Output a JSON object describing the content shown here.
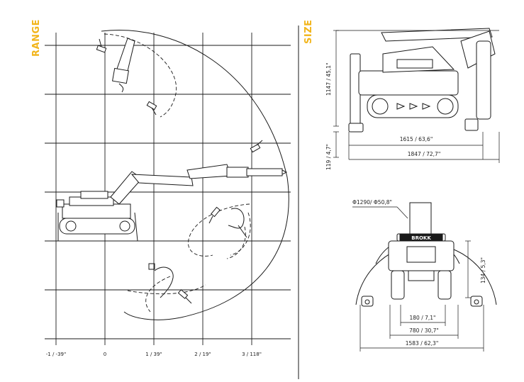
{
  "colors": {
    "accent": "#f2b51c",
    "line": "#1a1a1a",
    "grid": "#1a1a1a",
    "fill": "#ffffff"
  },
  "range": {
    "title": "RANGE",
    "x_ticks": [
      "-1 / -39\"",
      "0",
      "1 / 39\"",
      "2 / 19\"",
      "3 / 118\""
    ]
  },
  "size": {
    "title": "SIZE",
    "dims": {
      "height": "1147 / 45,1\"",
      "ground": "119 / 4,7\"",
      "track_length": "1615 / 63,6\"",
      "total_length": "1847 / 72,7\"",
      "turn_diameter": "Φ1290/ Φ50,8\"",
      "width_inner": "180 / 7,1\"",
      "width_tracks": "780 / 30,7\"",
      "width_outrigger": "1583 / 62,3\"",
      "clearance": "134 / 5,3\""
    },
    "brand": "BROKK"
  }
}
